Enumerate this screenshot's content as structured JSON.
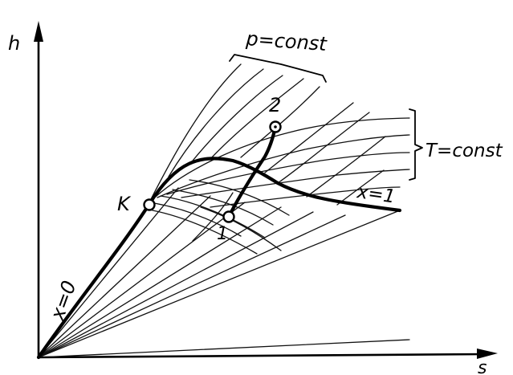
{
  "labels": {
    "h_axis": "h",
    "s_axis": "s",
    "pressure": "p=const",
    "temperature": "T=const",
    "point_k": "K",
    "point_1": "1",
    "point_2": "2",
    "quality_0": "x=0",
    "quality_1": "x=1"
  },
  "colors": {
    "ink": "#000000",
    "background": "#ffffff"
  }
}
